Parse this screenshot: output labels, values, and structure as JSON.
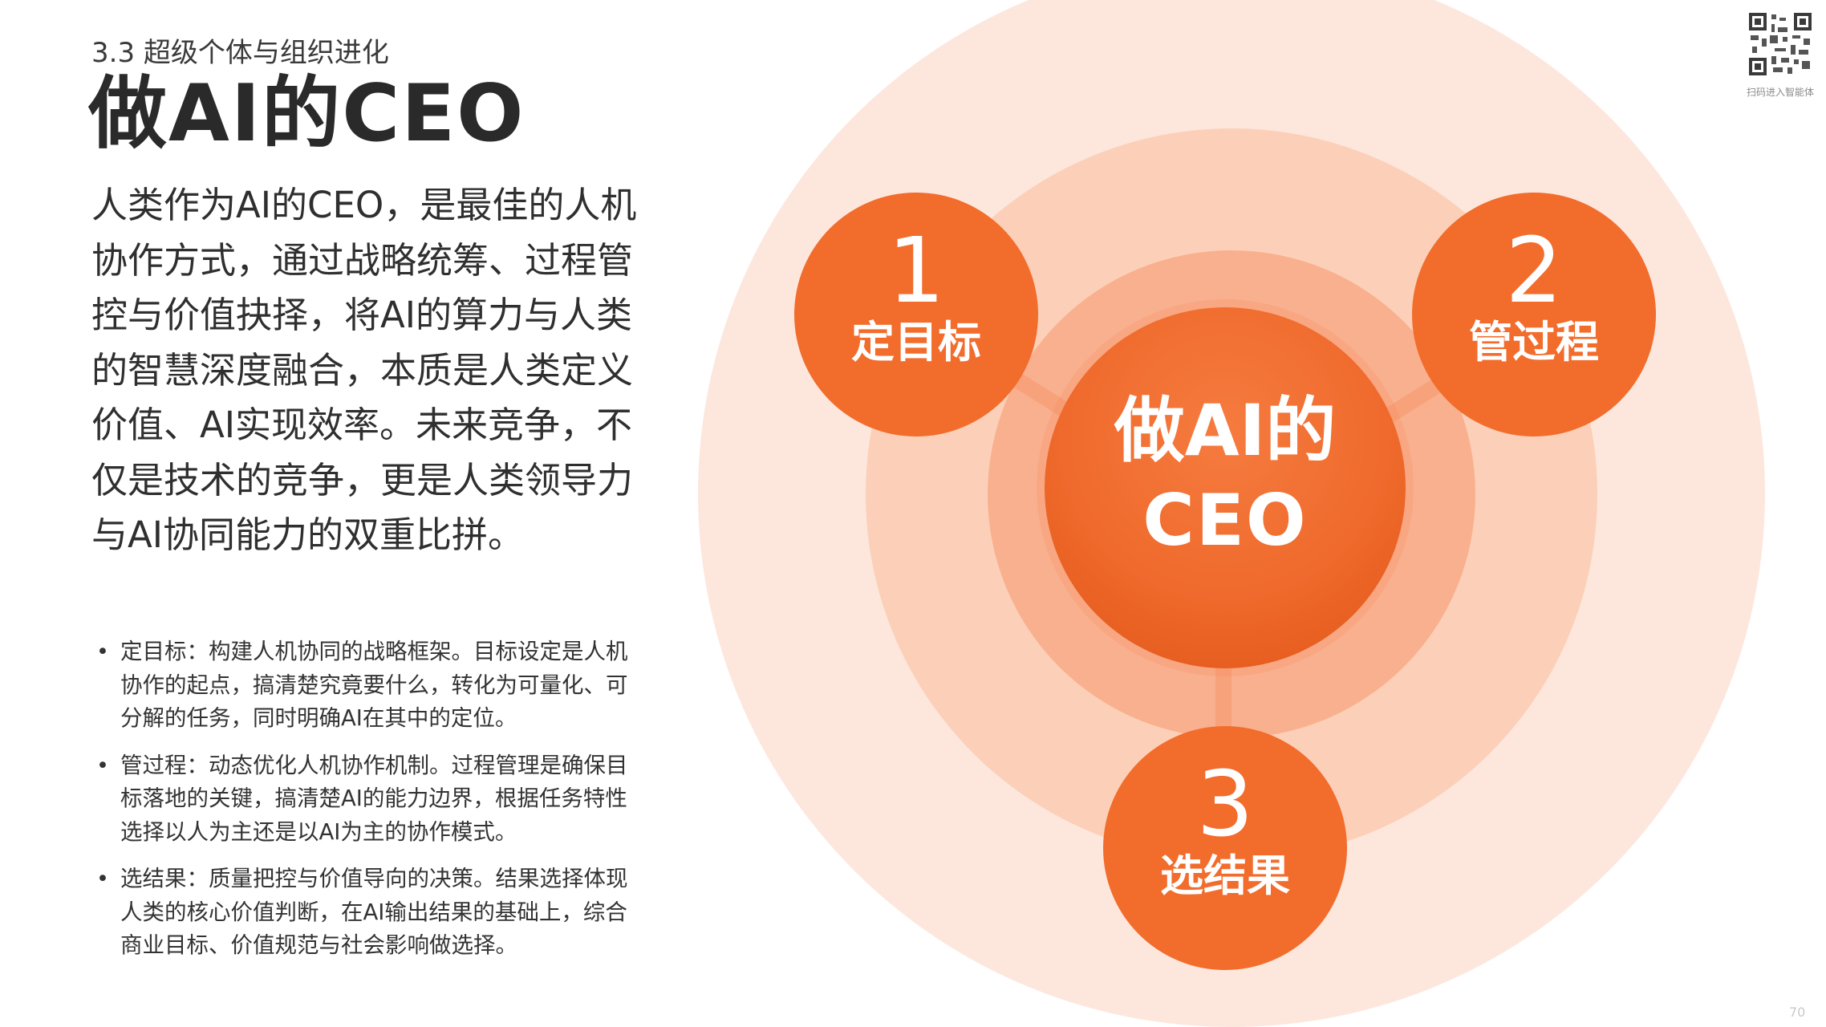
{
  "header": {
    "section": "3.3 超级个体与组织进化",
    "title": "做AI的CEO"
  },
  "intro": "人类作为AI的CEO，是最佳的人机协作方式，通过战略统筹、过程管控与价值抉择，将AI的算力与人类的智慧深度融合，本质是人类定义价值、AI实现效率。未来竞争，不仅是技术的竞争，更是人类领导力与AI协同能力的双重比拼。",
  "bullets": [
    {
      "marker": "•",
      "text": "定目标：构建人机协同的战略框架。目标设定是人机协作的起点，搞清楚究竟要什么，转化为可量化、可分解的任务，同时明确AI在其中的定位。"
    },
    {
      "marker": "•",
      "text": "管过程：动态优化人机协作机制。过程管理是确保目标落地的关键，搞清楚AI的能力边界，根据任务特性选择以人为主还是以AI为主的协作模式。"
    },
    {
      "marker": "•",
      "text": "选结果：质量把控与价值导向的决策。结果选择体现人类的核心价值判断，在AI输出结果的基础上，综合商业目标、价值规范与社会影响做选择。"
    }
  ],
  "diagram": {
    "center": {
      "line1": "做AI的",
      "line2": "CEO"
    },
    "steps": [
      {
        "number": "1",
        "label": "定目标"
      },
      {
        "number": "2",
        "label": "管过程"
      },
      {
        "number": "3",
        "label": "选结果"
      }
    ],
    "colors": {
      "outer_ring": "#fde7dd",
      "middle_ring": "#fcd0b8",
      "inner_ring": "#f9b08f",
      "core": "#ef6a2c",
      "step_circle": "#f26c2c"
    }
  },
  "qr": {
    "icon": "qr-code-icon",
    "caption": "扫码进入智能体"
  },
  "page_number": "70"
}
